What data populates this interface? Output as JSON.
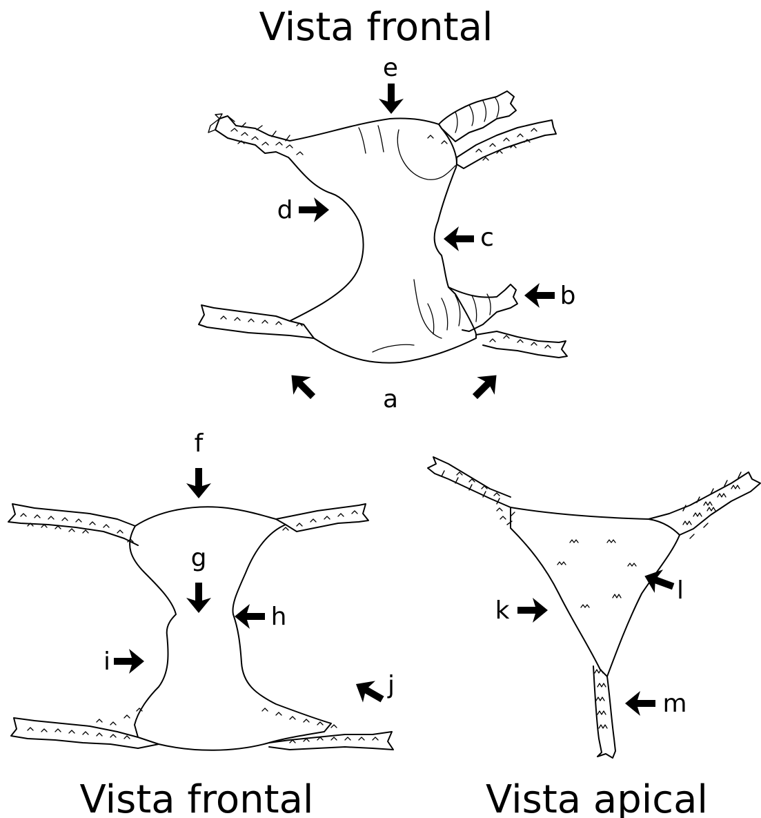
{
  "titles": {
    "top": "Vista frontal",
    "bottom_left": "Vista frontal",
    "bottom_right": "Vista apical"
  },
  "labels": {
    "a": "a",
    "b": "b",
    "c": "c",
    "d": "d",
    "e": "e",
    "f": "f",
    "g": "g",
    "h": "h",
    "i": "i",
    "j": "j",
    "k": "k",
    "l": "l",
    "m": "m"
  }
}
